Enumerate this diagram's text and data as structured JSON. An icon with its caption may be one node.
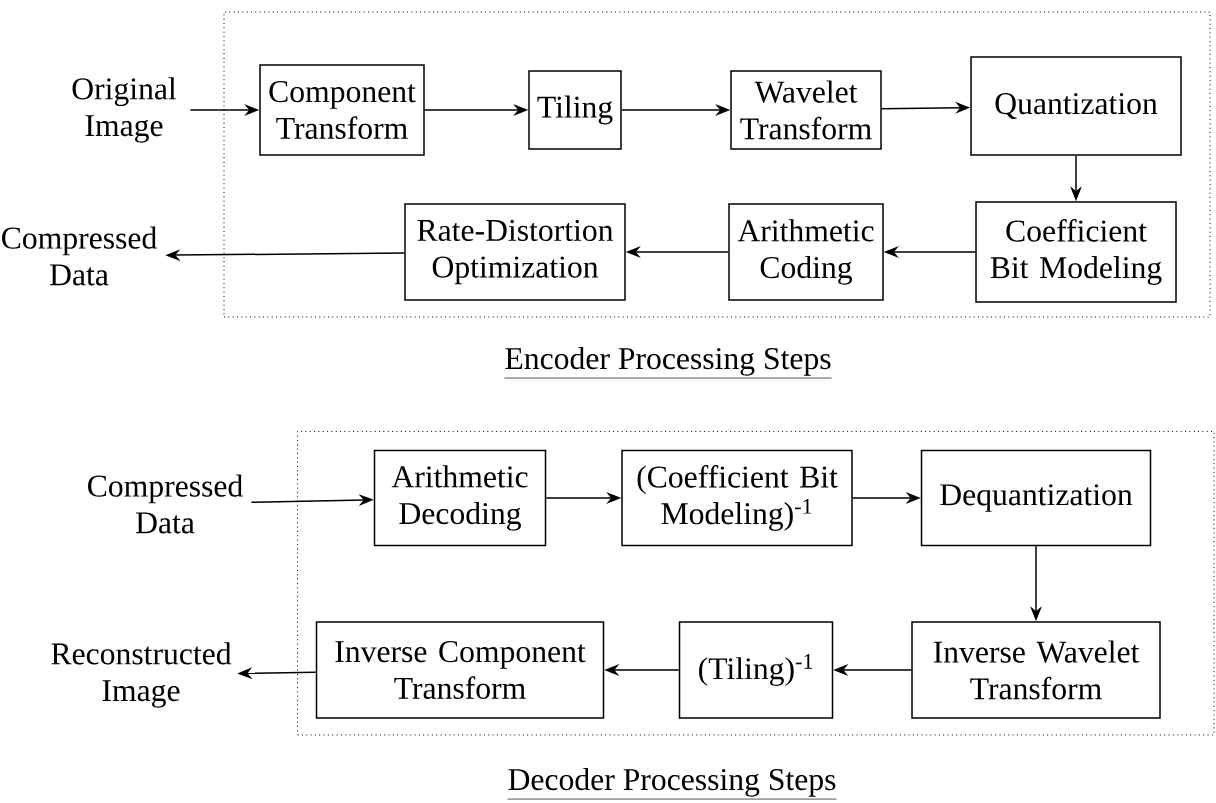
{
  "diagram": {
    "nodes": [
      {
        "text": [
          "Encoder Processing Steps"
        ]
      },
      {
        "text": [
          "Original Image"
        ]
      },
      {
        "text": [
          "Component Transform"
        ],
        "in": 0
      },
      {
        "text": [
          "Tiling"
        ],
        "in": 0
      },
      {
        "text": [
          "Wavelet Transform"
        ],
        "in": 0
      },
      {
        "text": [
          "Quantization"
        ],
        "in": 0
      },
      {
        "text": [
          "Coefficient Bit Modeling"
        ],
        "in": 0
      },
      {
        "text": [
          "Arithmetic Coding"
        ],
        "in": 0
      },
      {
        "text": [
          "Rate-Distortion Optimization"
        ],
        "in": 0
      },
      {
        "text": [
          "Compressed Data"
        ]
      },
      {
        "text": [
          "Decoder Processing Steps"
        ]
      },
      {
        "text": [
          "Compressed Data"
        ]
      },
      {
        "text": [
          "Arithmetic Decoding"
        ],
        "in": 10
      },
      {
        "text": [
          "(Coefficient Bit Modeling)$^{-1}$"
        ],
        "in": 10
      },
      {
        "text": [
          "Dequantization"
        ],
        "in": 10
      },
      {
        "text": [
          "Inverse Wavelet Transform"
        ],
        "in": 10
      },
      {
        "text": [
          "(Tiling)$^{-1}$"
        ],
        "in": 10
      },
      {
        "text": [
          "Inverse Component Transform"
        ],
        "in": 10
      },
      {
        "text": [
          "Reconstructed Image"
        ]
      }
    ],
    "edges": [
      {
        "from": 1,
        "to": 2,
        "arrow": "to"
      },
      {
        "from": 2,
        "to": 3,
        "arrow": "to"
      },
      {
        "from": 3,
        "to": 4,
        "arrow": "to"
      },
      {
        "from": 4,
        "to": 5,
        "arrow": "to"
      },
      {
        "from": 5,
        "to": 6,
        "arrow": "to"
      },
      {
        "from": 6,
        "to": 7,
        "arrow": "to"
      },
      {
        "from": 7,
        "to": 8,
        "arrow": "to"
      },
      {
        "from": 8,
        "to": 9,
        "arrow": "to"
      },
      {
        "from": 11,
        "to": 12,
        "arrow": "to"
      },
      {
        "from": 12,
        "to": 13,
        "arrow": "to"
      },
      {
        "from": 13,
        "to": 14,
        "arrow": "to"
      },
      {
        "from": 14,
        "to": 15,
        "arrow": "to"
      },
      {
        "from": 15,
        "to": 16,
        "arrow": "to"
      },
      {
        "from": 16,
        "to": 17,
        "arrow": "to"
      },
      {
        "from": 17,
        "to": 18,
        "arrow": "to"
      }
    ]
  }
}
